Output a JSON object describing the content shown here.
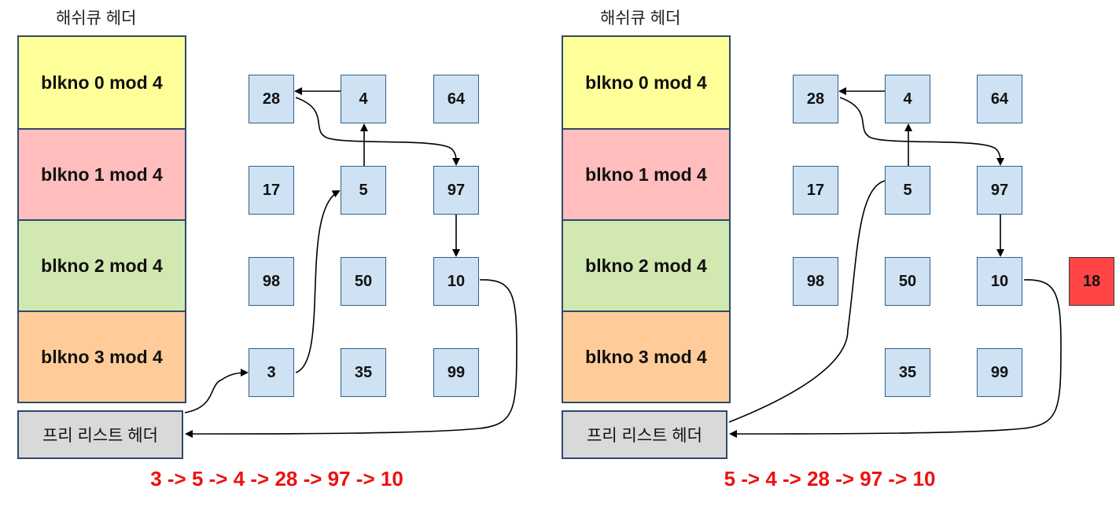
{
  "panels": [
    {
      "header_title": "해쉬큐 헤더",
      "buckets": [
        {
          "label": "blkno 0 mod 4",
          "color": "#ffff99"
        },
        {
          "label": "blkno 1 mod 4",
          "color": "#ffbdbd"
        },
        {
          "label": "blkno 2 mod 4",
          "color": "#d1e8b0"
        },
        {
          "label": "blkno 3 mod 4",
          "color": "#ffcc99"
        }
      ],
      "nodes": [
        {
          "label": "28"
        },
        {
          "label": "4"
        },
        {
          "label": "64"
        },
        {
          "label": "17"
        },
        {
          "label": "5"
        },
        {
          "label": "97"
        },
        {
          "label": "98"
        },
        {
          "label": "50"
        },
        {
          "label": "10"
        },
        {
          "label": "3"
        },
        {
          "label": "35"
        },
        {
          "label": "99"
        }
      ],
      "free_list_header": "프리 리스트 헤더",
      "sequence": "3 -> 5 -> 4 -> 28 -> 97 -> 10"
    },
    {
      "header_title": "해쉬큐 헤더",
      "buckets": [
        {
          "label": "blkno 0 mod 4",
          "color": "#ffff99"
        },
        {
          "label": "blkno 1 mod 4",
          "color": "#ffbdbd"
        },
        {
          "label": "blkno 2 mod 4",
          "color": "#d1e8b0"
        },
        {
          "label": "blkno 3 mod 4",
          "color": "#ffcc99"
        }
      ],
      "nodes": [
        {
          "label": "28"
        },
        {
          "label": "4"
        },
        {
          "label": "64"
        },
        {
          "label": "17"
        },
        {
          "label": "5"
        },
        {
          "label": "97"
        },
        {
          "label": "98"
        },
        {
          "label": "50"
        },
        {
          "label": "10"
        },
        {
          "label": "35"
        },
        {
          "label": "99"
        }
      ],
      "new_node": {
        "label": "18",
        "color": "#ff4545"
      },
      "free_list_header": "프리 리스트 헤더",
      "sequence": "5 -> 4 -> 28 -> 97 -> 10"
    }
  ]
}
